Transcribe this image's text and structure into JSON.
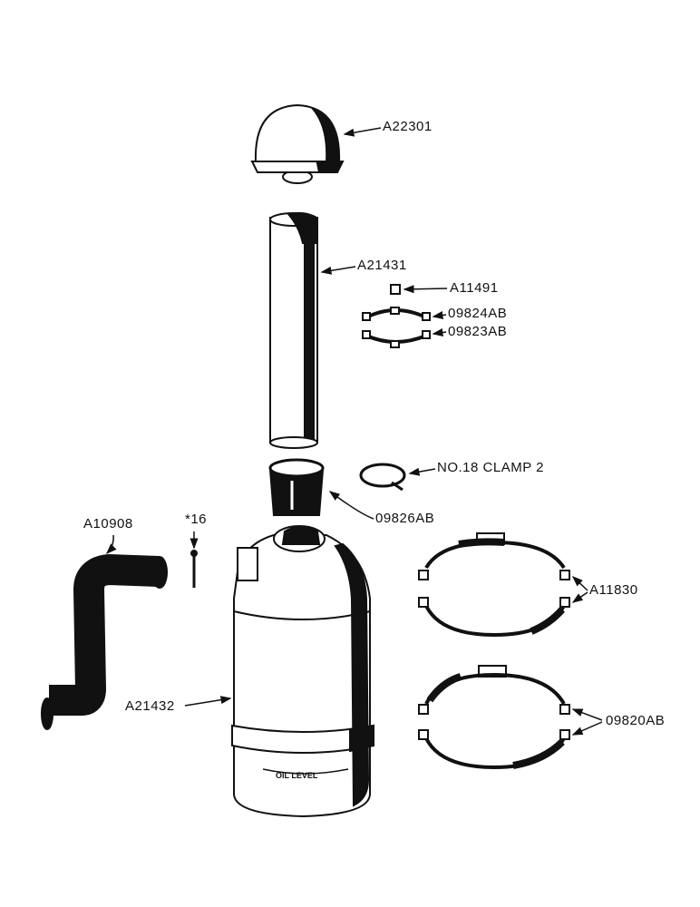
{
  "labels": {
    "breather_cap": "A22301",
    "pipe": "A21431",
    "clamp_nut": "A11491",
    "upper_clamp_a": "09824AB",
    "upper_clamp_b": "09823AB",
    "hose_clamp": "NO.18 CLAMP 2",
    "connector_hose": "09826AB",
    "elbow_hose": "A10908",
    "pin": "*16",
    "band_clamp_upper": "A11830",
    "cleaner_body": "A21432",
    "band_clamp_lower": "09820AB",
    "oil_level": "OIL LEVEL"
  },
  "colors": {
    "ink": "#111111",
    "paper": "#ffffff"
  }
}
